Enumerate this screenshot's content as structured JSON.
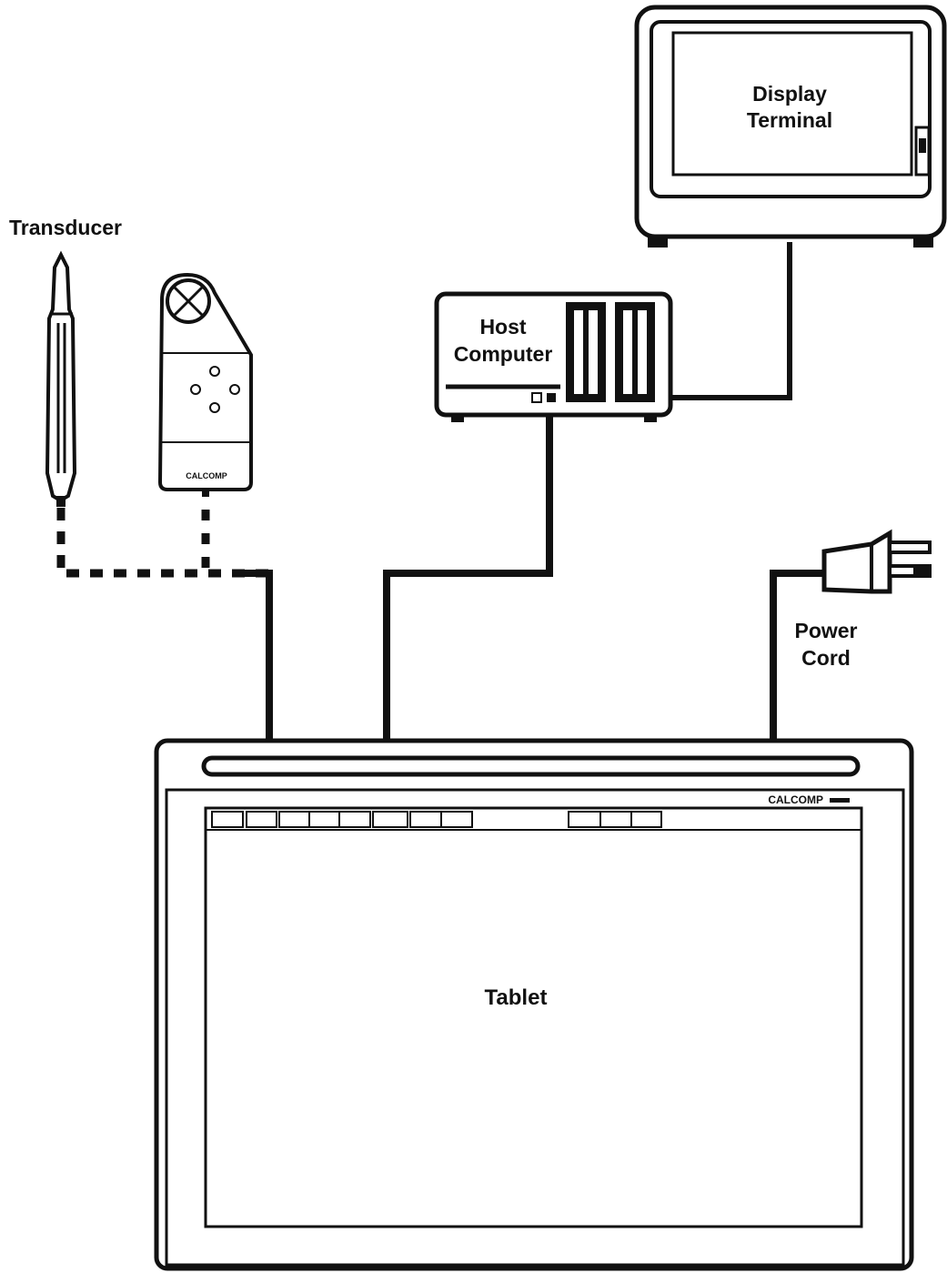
{
  "labels": {
    "transducer": "Transducer",
    "display_line1": "Display",
    "display_line2": "Terminal",
    "host_line1": "Host",
    "host_line2": "Computer",
    "power_line1": "Power",
    "power_line2": "Cord",
    "tablet": "Tablet"
  },
  "brand": {
    "puck": "CALCOMP",
    "tablet": "CALCOMP"
  },
  "colors": {
    "ink": "#111111",
    "paper": "#ffffff"
  }
}
